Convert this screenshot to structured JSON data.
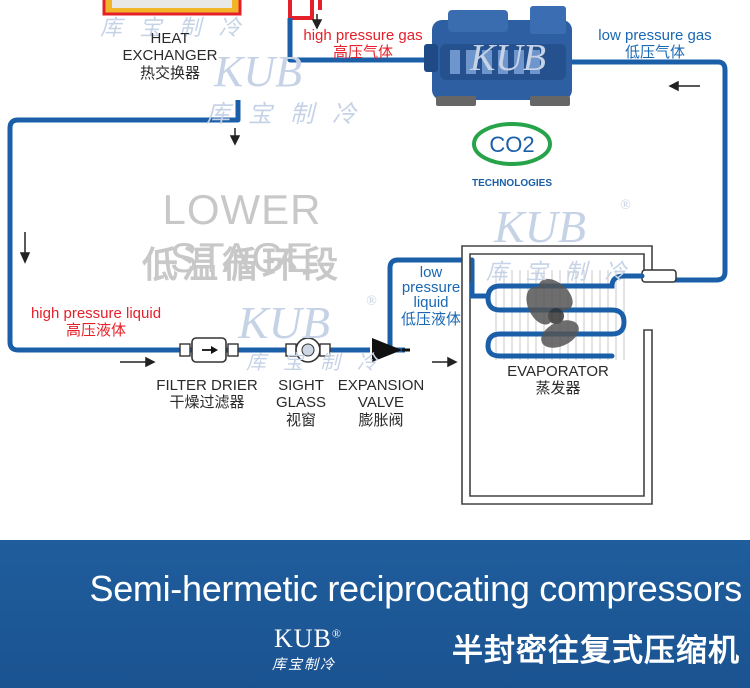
{
  "diagram": {
    "heat_exchanger": {
      "en_line1": "HEAT",
      "en_line2": "EXCHANGER",
      "cn": "热交换器"
    },
    "high_pressure_gas": {
      "en": "high pressure gas",
      "cn": "高压气体"
    },
    "low_pressure_gas": {
      "en": "low pressure gas",
      "cn": "低压气体"
    },
    "co2_logo": {
      "text": "CO2",
      "caption": "TECHNOLOGIES"
    },
    "stage": {
      "en": "LOWER STAGE",
      "cn": "低温循环段"
    },
    "high_pressure_liquid": {
      "en": "high pressure liquid",
      "cn": "高压液体"
    },
    "low_pressure_liquid": {
      "en_line1": "low",
      "en_line2": "pressure",
      "en_line3": "liquid",
      "cn": "低压液体"
    },
    "filter_drier": {
      "en": "FILTER DRIER",
      "cn": "干燥过滤器"
    },
    "sight_glass": {
      "en_line1": "SIGHT",
      "en_line2": "GLASS",
      "cn": "视窗"
    },
    "expansion_valve": {
      "en_line1": "EXPANSION",
      "en_line2": "VALVE",
      "cn": "膨胀阀"
    },
    "evaporator": {
      "en": "EVAPORATOR",
      "cn": "蒸发器"
    },
    "watermark": {
      "logo": "KUB",
      "registered": "®",
      "cn": "库 宝 制 冷"
    }
  },
  "banner": {
    "title_en": "Semi-hermetic reciprocating compressors",
    "logo": "KUB",
    "registered": "®",
    "logo_cn": "库宝制冷",
    "title_cn": "半封密往复式压缩机"
  },
  "colors": {
    "pipe": "#1a5fa8",
    "red_pipe": "#e5202a",
    "banner": "#1f5d9c",
    "label_red": "#e5202a",
    "label_blue": "#1a68b3",
    "co2_green": "#27a349"
  }
}
